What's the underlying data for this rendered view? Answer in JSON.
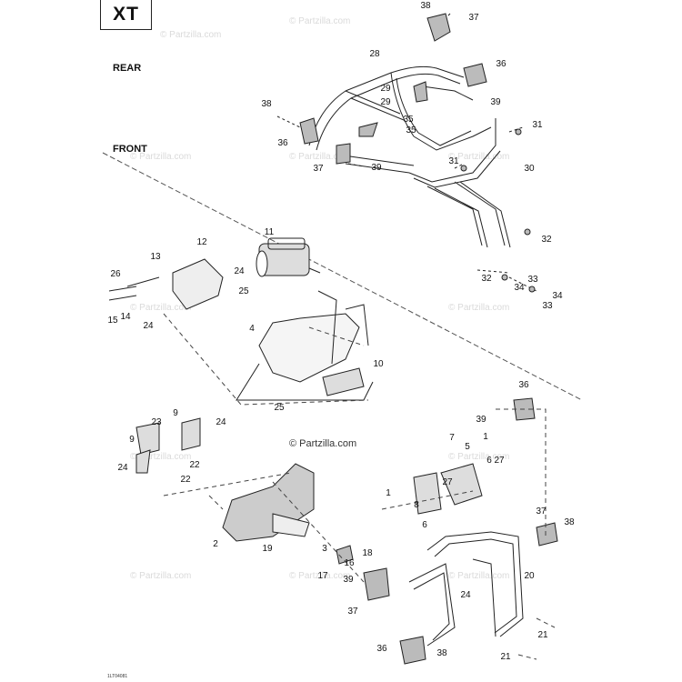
{
  "model": "XT",
  "sections": {
    "rear": "REAR",
    "front": "FRONT"
  },
  "watermark": "© Partzilla.com",
  "watermark_main": "© Partzilla.com",
  "ref_code": "1LT04081",
  "callouts": [
    "38",
    "37",
    "28",
    "36",
    "29",
    "39",
    "38",
    "29",
    "35",
    "31",
    "35",
    "36",
    "37",
    "39",
    "31",
    "30",
    "32",
    "11",
    "12",
    "13",
    "24",
    "26",
    "25",
    "14",
    "15",
    "24",
    "32",
    "33",
    "34",
    "34",
    "33",
    "4",
    "10",
    "25",
    "9",
    "23",
    "24",
    "9",
    "22",
    "24",
    "22",
    "36",
    "39",
    "7",
    "1",
    "5",
    "27",
    "6",
    "27",
    "1",
    "8",
    "6",
    "2",
    "19",
    "3",
    "18",
    "16",
    "17",
    "39",
    "37",
    "38",
    "20",
    "24",
    "37",
    "21",
    "36",
    "38",
    "21"
  ]
}
